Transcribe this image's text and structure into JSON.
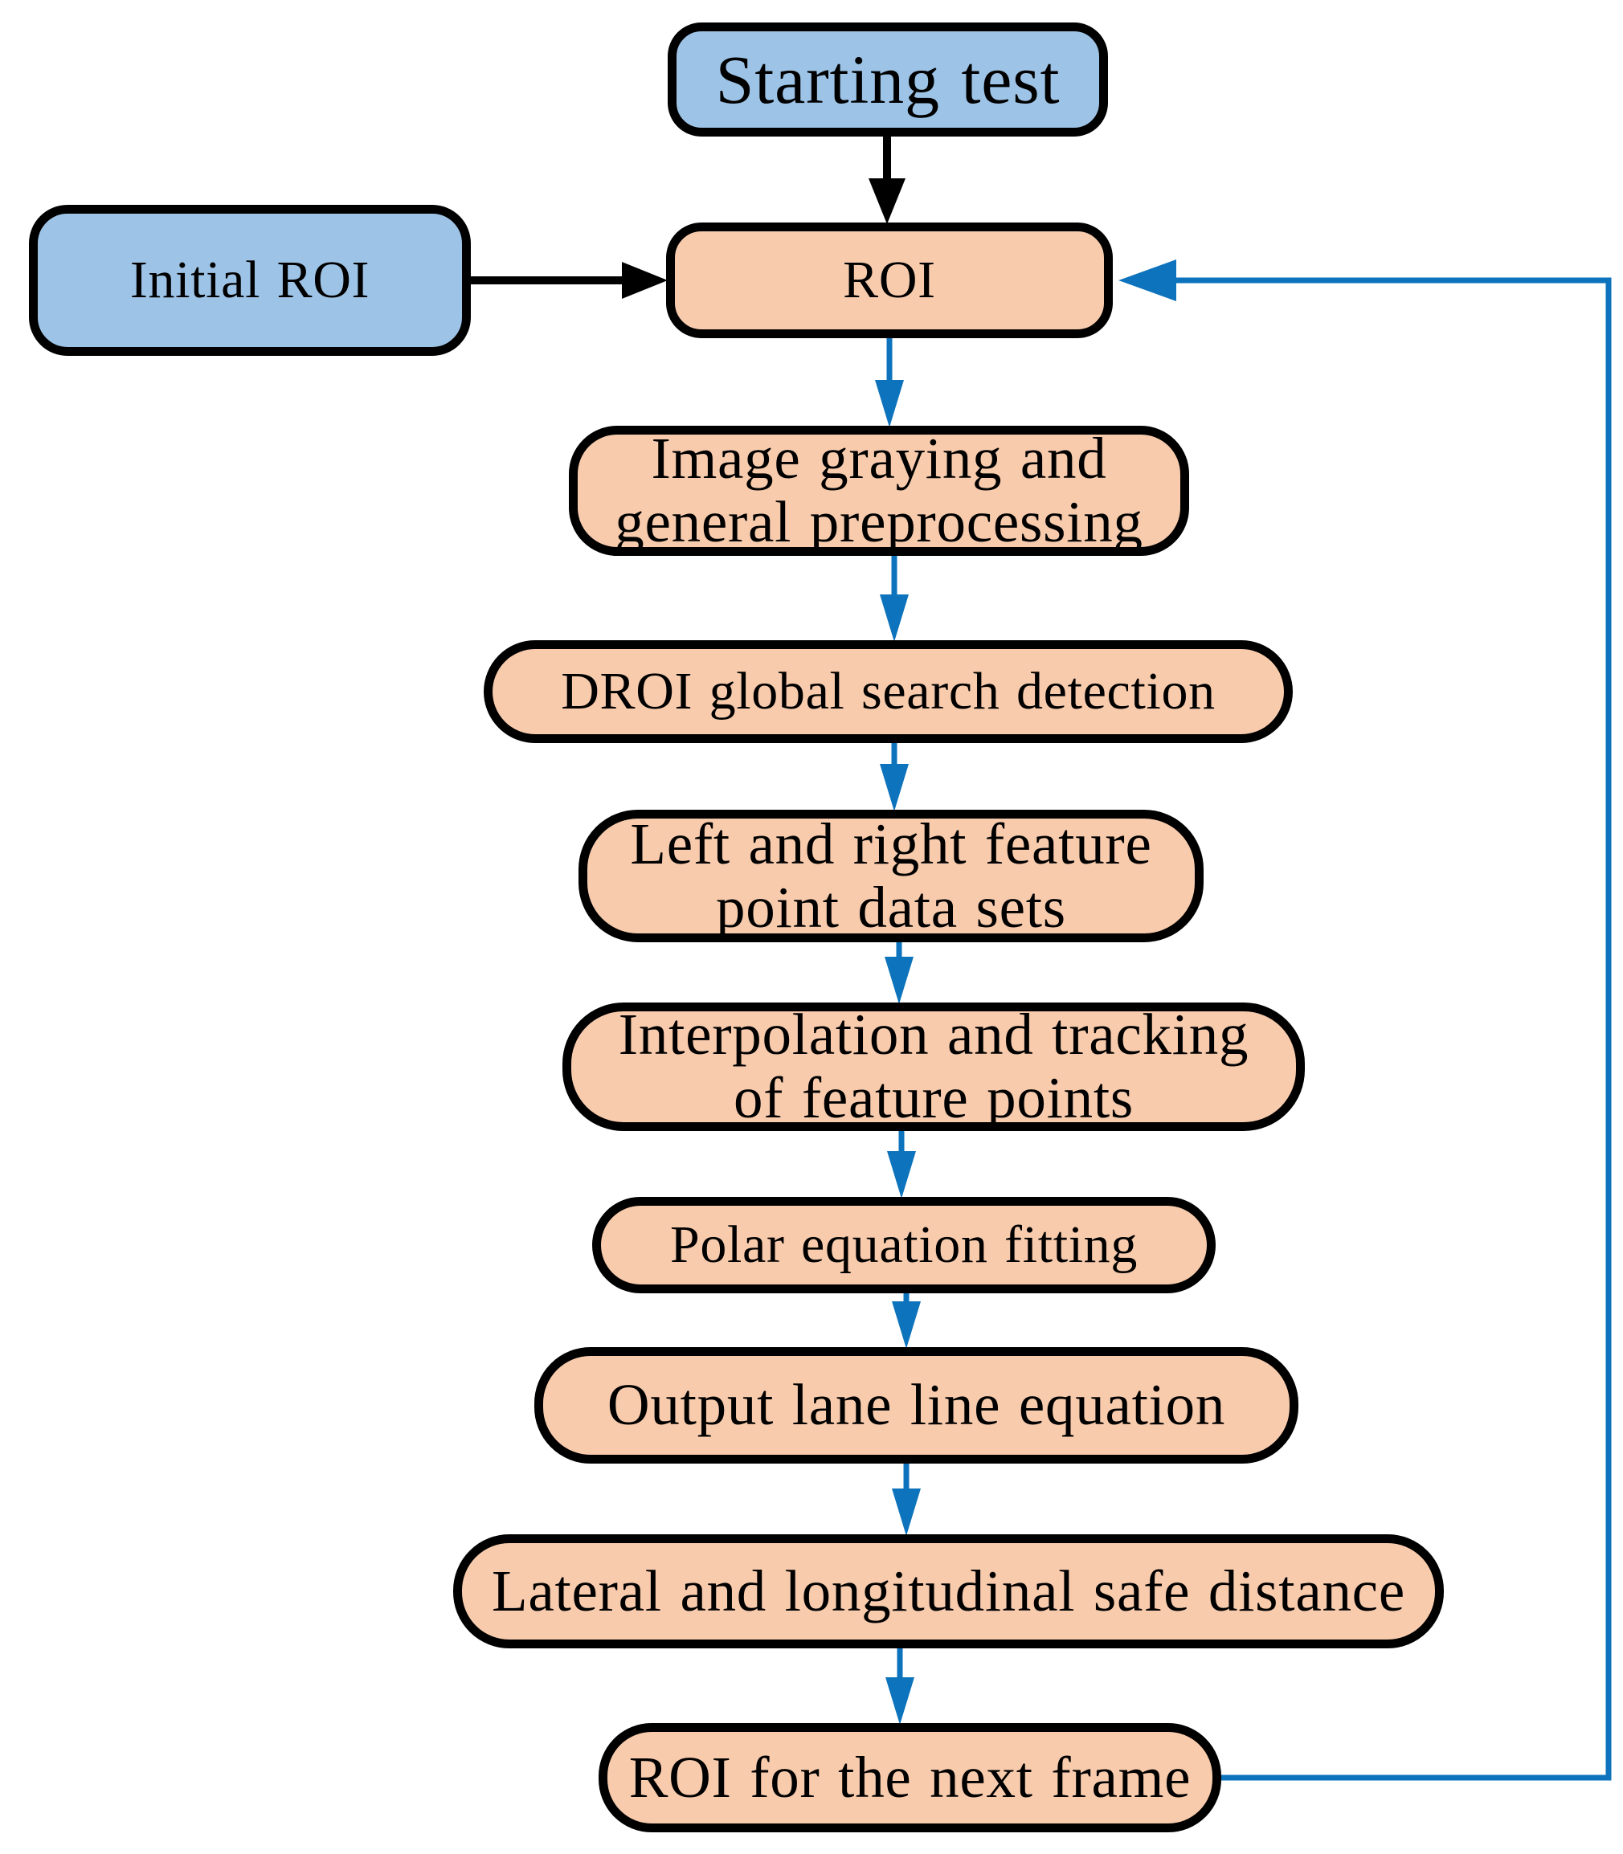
{
  "flowchart": {
    "colors": {
      "terminal_fill": "#9dc3e6",
      "process_fill": "#f8cbad",
      "outline": "#000000",
      "flow_arrow": "#0d73bc",
      "start_arrow": "#000000"
    },
    "nodes": {
      "starting_test": {
        "label": "Starting test",
        "type": "terminal"
      },
      "initial_roi": {
        "label": "Initial ROI",
        "type": "terminal"
      },
      "roi": {
        "label": "ROI",
        "type": "process"
      },
      "image_graying": {
        "label": "Image graying and general preprocessing",
        "type": "process"
      },
      "droi_search": {
        "label": "DROI global search detection",
        "type": "process"
      },
      "feature_points": {
        "label": "Left and right feature point data sets",
        "type": "process"
      },
      "interpolation": {
        "label": "Interpolation and tracking of feature points",
        "type": "process"
      },
      "polar_fitting": {
        "label": "Polar equation fitting",
        "type": "process"
      },
      "output_equation": {
        "label": "Output lane line equation",
        "type": "process"
      },
      "safe_distance": {
        "label": "Lateral and longitudinal safe distance",
        "type": "process"
      },
      "roi_next_frame": {
        "label": "ROI for the next frame",
        "type": "process"
      }
    },
    "edges": [
      {
        "from": "starting_test",
        "to": "roi",
        "style": "black"
      },
      {
        "from": "initial_roi",
        "to": "roi",
        "style": "black"
      },
      {
        "from": "roi",
        "to": "image_graying",
        "style": "blue"
      },
      {
        "from": "image_graying",
        "to": "droi_search",
        "style": "blue"
      },
      {
        "from": "droi_search",
        "to": "feature_points",
        "style": "blue"
      },
      {
        "from": "feature_points",
        "to": "interpolation",
        "style": "blue"
      },
      {
        "from": "interpolation",
        "to": "polar_fitting",
        "style": "blue"
      },
      {
        "from": "polar_fitting",
        "to": "output_equation",
        "style": "blue"
      },
      {
        "from": "output_equation",
        "to": "safe_distance",
        "style": "blue"
      },
      {
        "from": "safe_distance",
        "to": "roi_next_frame",
        "style": "blue"
      },
      {
        "from": "roi_next_frame",
        "to": "roi",
        "style": "blue-loop"
      }
    ]
  }
}
